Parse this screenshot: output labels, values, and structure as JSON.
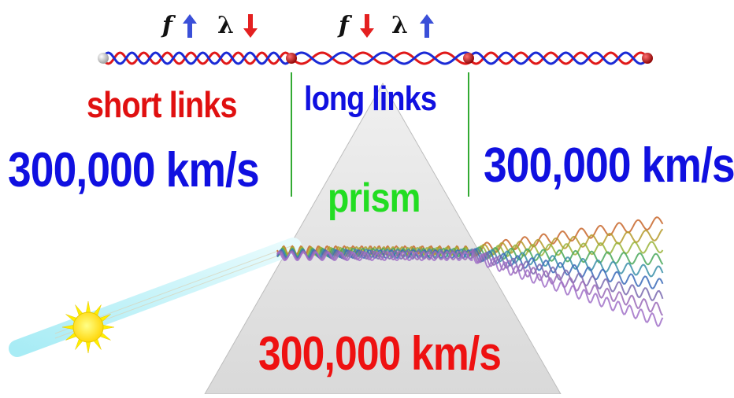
{
  "top_labels": {
    "f_symbol": "f",
    "lambda_symbol": "λ",
    "left_f_arrow": "up",
    "left_lambda_arrow": "down",
    "right_f_arrow": "down",
    "right_lambda_arrow": "up"
  },
  "regions": {
    "left_label": "short links",
    "middle_label": "long links",
    "left_speed": "300,000 km/s",
    "right_speed": "300,000 km/s",
    "prism_label": "prism",
    "prism_speed": "300,000 km/s"
  },
  "colors": {
    "speed_blue": "#1010e0",
    "short_red": "#e01010",
    "prism_green": "#22dd22",
    "prism_speed_red": "#ee1111",
    "divider_green": "#33aa33",
    "wave_red": "#e01818",
    "wave_blue": "#1a2ad6",
    "arrow_up_blue": "#3a4fd8",
    "arrow_down_red": "#e42020",
    "prism_fill": "#e6e6e6",
    "sun_yellow": "#ffee00",
    "beam_cyan": "#bff0f7"
  }
}
